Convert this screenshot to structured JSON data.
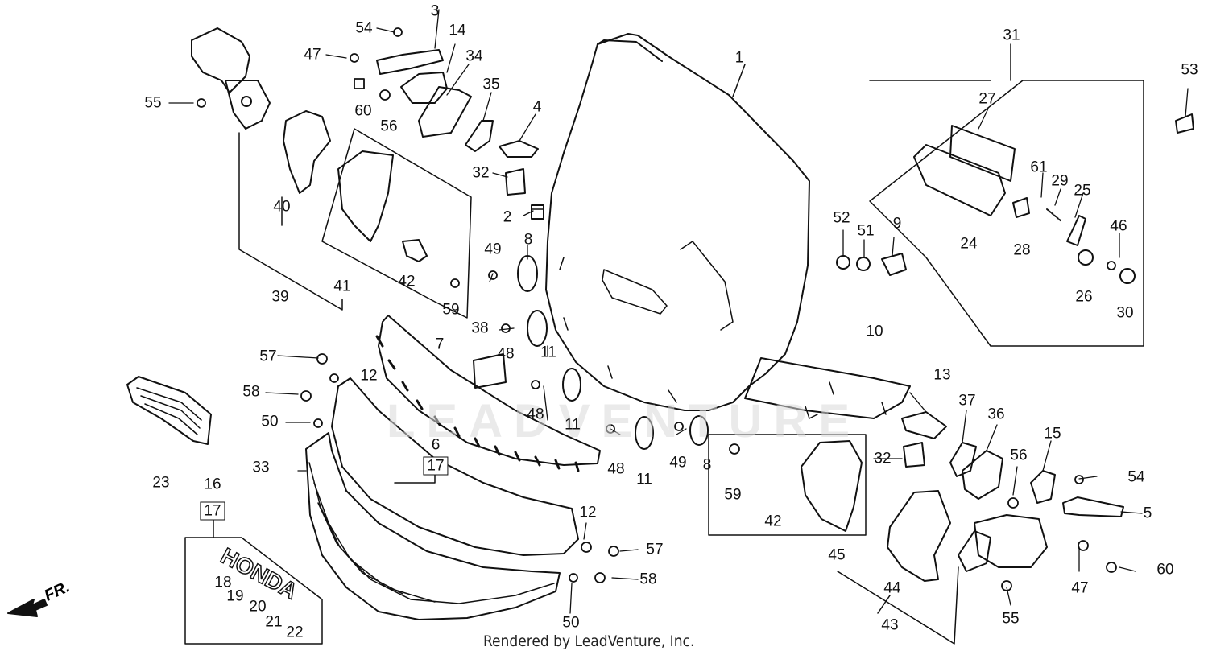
{
  "credit": "Rendered by LeadVenture, Inc.",
  "watermark": "LEADVENTURE",
  "direction_label": "FR.",
  "emblem_text": "HONDA",
  "labels": [
    {
      "id": "1",
      "text": "1",
      "boxed": false
    },
    {
      "id": "2",
      "text": "2",
      "boxed": false
    },
    {
      "id": "3",
      "text": "3",
      "boxed": false
    },
    {
      "id": "4",
      "text": "4",
      "boxed": false
    },
    {
      "id": "5",
      "text": "5",
      "boxed": false
    },
    {
      "id": "6",
      "text": "6",
      "boxed": false
    },
    {
      "id": "7",
      "text": "7",
      "boxed": false
    },
    {
      "id": "8a",
      "text": "8",
      "boxed": false
    },
    {
      "id": "8b",
      "text": "8",
      "boxed": false
    },
    {
      "id": "9",
      "text": "9",
      "boxed": false
    },
    {
      "id": "10",
      "text": "10",
      "boxed": false
    },
    {
      "id": "11a",
      "text": "11",
      "boxed": false
    },
    {
      "id": "11b",
      "text": "11",
      "boxed": false
    },
    {
      "id": "11c",
      "text": "11",
      "boxed": false
    },
    {
      "id": "12a",
      "text": "12",
      "boxed": false
    },
    {
      "id": "12b",
      "text": "12",
      "boxed": false
    },
    {
      "id": "13",
      "text": "13",
      "boxed": false
    },
    {
      "id": "14",
      "text": "14",
      "boxed": false
    },
    {
      "id": "15",
      "text": "15",
      "boxed": false
    },
    {
      "id": "16",
      "text": "16",
      "boxed": false
    },
    {
      "id": "17a",
      "text": "17",
      "boxed": true
    },
    {
      "id": "17b",
      "text": "17",
      "boxed": true
    },
    {
      "id": "18",
      "text": "18",
      "boxed": false
    },
    {
      "id": "19",
      "text": "19",
      "boxed": false
    },
    {
      "id": "20",
      "text": "20",
      "boxed": false
    },
    {
      "id": "21",
      "text": "21",
      "boxed": false
    },
    {
      "id": "22",
      "text": "22",
      "boxed": false
    },
    {
      "id": "23",
      "text": "23",
      "boxed": false
    },
    {
      "id": "24",
      "text": "24",
      "boxed": false
    },
    {
      "id": "25",
      "text": "25",
      "boxed": false
    },
    {
      "id": "26",
      "text": "26",
      "boxed": false
    },
    {
      "id": "27",
      "text": "27",
      "boxed": false
    },
    {
      "id": "28",
      "text": "28",
      "boxed": false
    },
    {
      "id": "29",
      "text": "29",
      "boxed": false
    },
    {
      "id": "30",
      "text": "30",
      "boxed": false
    },
    {
      "id": "31",
      "text": "31",
      "boxed": false
    },
    {
      "id": "32a",
      "text": "32",
      "boxed": false
    },
    {
      "id": "32b",
      "text": "32",
      "boxed": false
    },
    {
      "id": "33",
      "text": "33",
      "boxed": false
    },
    {
      "id": "34",
      "text": "34",
      "boxed": false
    },
    {
      "id": "35",
      "text": "35",
      "boxed": false
    },
    {
      "id": "36",
      "text": "36",
      "boxed": false
    },
    {
      "id": "37",
      "text": "37",
      "boxed": false
    },
    {
      "id": "38",
      "text": "38",
      "boxed": false
    },
    {
      "id": "39",
      "text": "39",
      "boxed": false
    },
    {
      "id": "40",
      "text": "40",
      "boxed": false
    },
    {
      "id": "41",
      "text": "41",
      "boxed": false
    },
    {
      "id": "42a",
      "text": "42",
      "boxed": false
    },
    {
      "id": "42b",
      "text": "42",
      "boxed": false
    },
    {
      "id": "43",
      "text": "43",
      "boxed": false
    },
    {
      "id": "44",
      "text": "44",
      "boxed": false
    },
    {
      "id": "45",
      "text": "45",
      "boxed": false
    },
    {
      "id": "46",
      "text": "46",
      "boxed": false
    },
    {
      "id": "47a",
      "text": "47",
      "boxed": false
    },
    {
      "id": "47b",
      "text": "47",
      "boxed": false
    },
    {
      "id": "48a",
      "text": "48",
      "boxed": false
    },
    {
      "id": "48b",
      "text": "48",
      "boxed": false
    },
    {
      "id": "48c",
      "text": "48",
      "boxed": false
    },
    {
      "id": "49a",
      "text": "49",
      "boxed": false
    },
    {
      "id": "49b",
      "text": "49",
      "boxed": false
    },
    {
      "id": "50a",
      "text": "50",
      "boxed": false
    },
    {
      "id": "50b",
      "text": "50",
      "boxed": false
    },
    {
      "id": "51",
      "text": "51",
      "boxed": false
    },
    {
      "id": "52",
      "text": "52",
      "boxed": false
    },
    {
      "id": "53",
      "text": "53",
      "boxed": false
    },
    {
      "id": "54a",
      "text": "54",
      "boxed": false
    },
    {
      "id": "54b",
      "text": "54",
      "boxed": false
    },
    {
      "id": "55a",
      "text": "55",
      "boxed": false
    },
    {
      "id": "55b",
      "text": "55",
      "boxed": false
    },
    {
      "id": "56a",
      "text": "56",
      "boxed": false
    },
    {
      "id": "56b",
      "text": "56",
      "boxed": false
    },
    {
      "id": "57a",
      "text": "57",
      "boxed": false
    },
    {
      "id": "57b",
      "text": "57",
      "boxed": false
    },
    {
      "id": "58a",
      "text": "58",
      "boxed": false
    },
    {
      "id": "58b",
      "text": "58",
      "boxed": false
    },
    {
      "id": "59a",
      "text": "59",
      "boxed": false
    },
    {
      "id": "59b",
      "text": "59",
      "boxed": false
    },
    {
      "id": "60a",
      "text": "60",
      "boxed": false
    },
    {
      "id": "60b",
      "text": "60",
      "boxed": false
    },
    {
      "id": "61",
      "text": "61",
      "boxed": false
    }
  ]
}
